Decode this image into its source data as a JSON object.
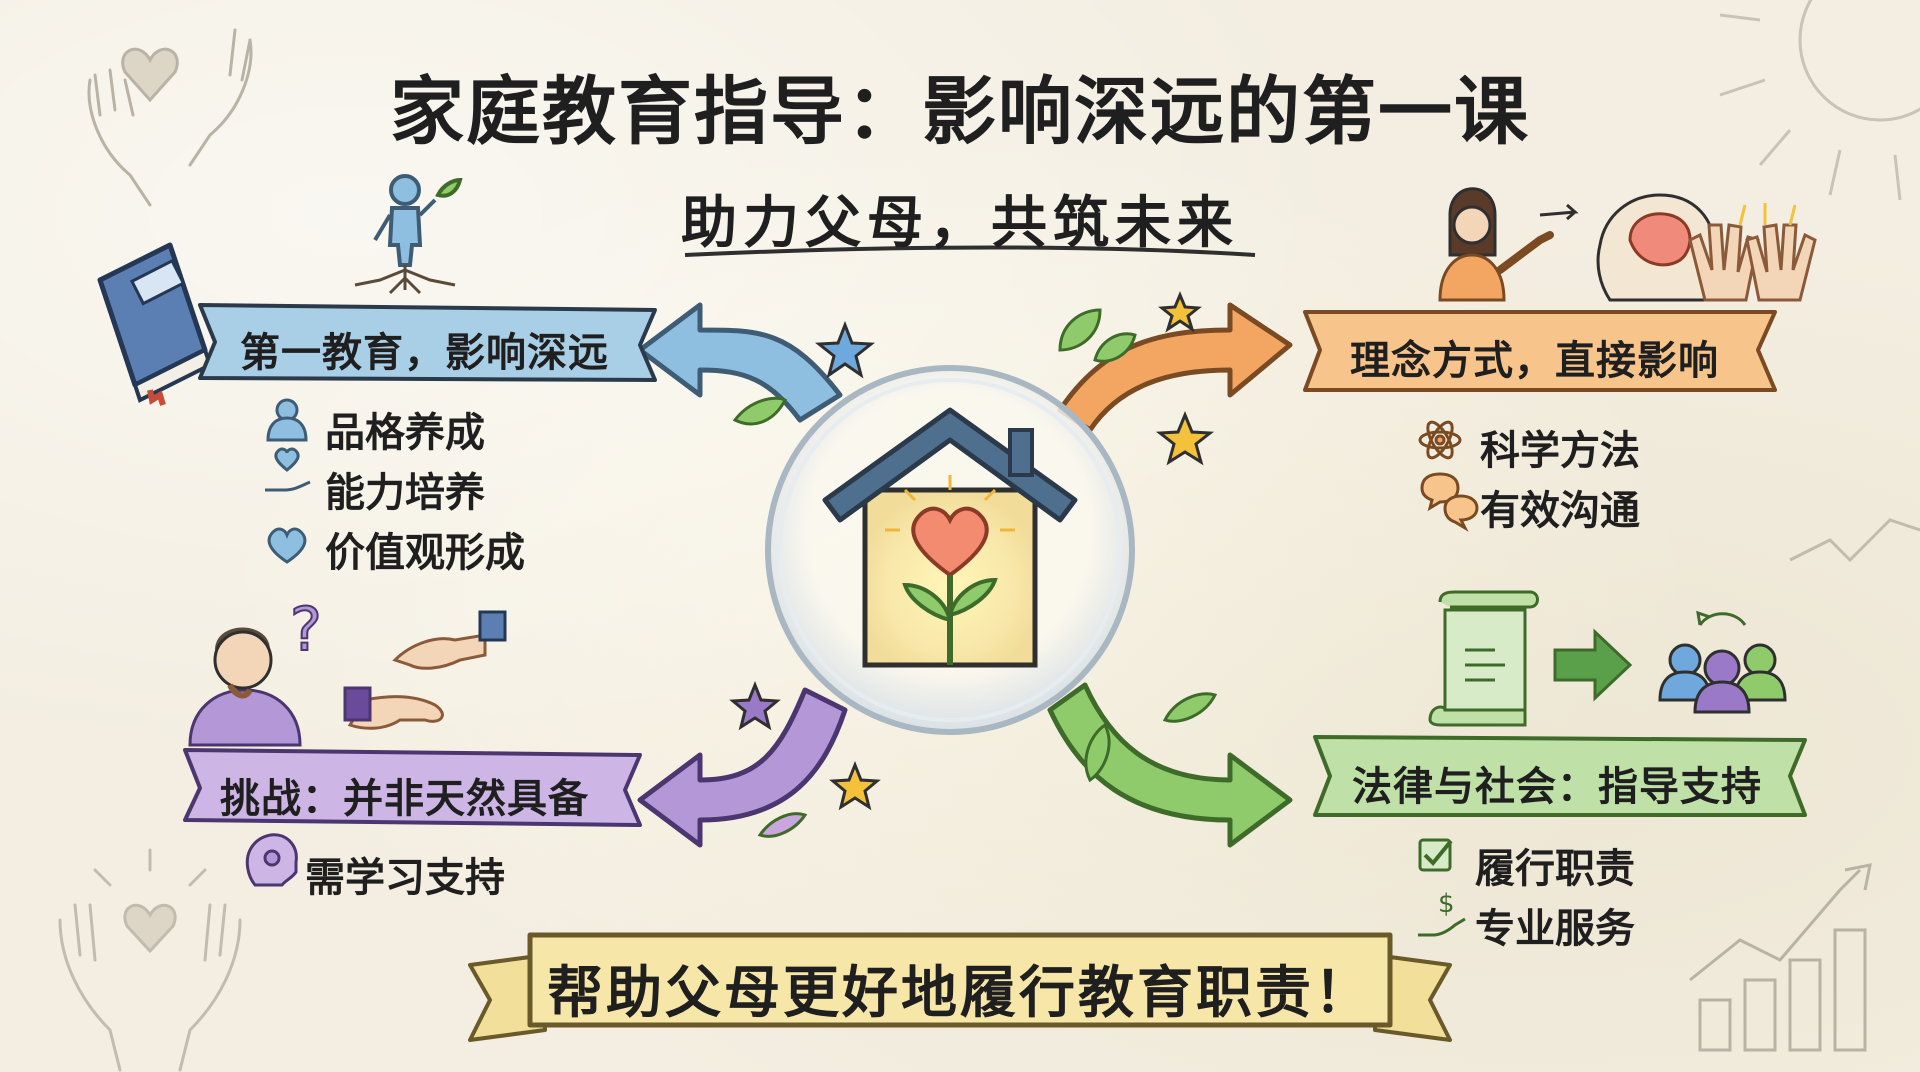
{
  "title": "家庭教育指导：影响深远的第一课",
  "subtitle": "助力父母，共筑未来",
  "branches": {
    "top_left": {
      "label": "第一教育，影响深远",
      "color": "#a9cfe6",
      "items": [
        {
          "icon": "person-badge-icon",
          "text": "品格养成"
        },
        {
          "icon": "hand-heart-icon",
          "text": "能力培养"
        },
        {
          "icon": "heart-icon",
          "text": "价值观形成"
        }
      ]
    },
    "top_right": {
      "label": "理念方式，直接影响",
      "color": "#f7c58c",
      "items": [
        {
          "icon": "atom-icon",
          "text": "科学方法"
        },
        {
          "icon": "chat-bubbles-icon",
          "text": "有效沟通"
        }
      ]
    },
    "bottom_left": {
      "label": "挑战：并非天然具备",
      "color": "#cdb6e6",
      "items": [
        {
          "icon": "brain-head-icon",
          "text": "需学习支持"
        }
      ]
    },
    "bottom_right": {
      "label": "法律与社会：指导支持",
      "color": "#bfe0a6",
      "items": [
        {
          "icon": "checkbox-icon",
          "text": "履行职责"
        },
        {
          "icon": "dollar-hand-icon",
          "text": "专业服务"
        }
      ]
    }
  },
  "bottom_banner": "帮助父母更好地履行教育职责！"
}
